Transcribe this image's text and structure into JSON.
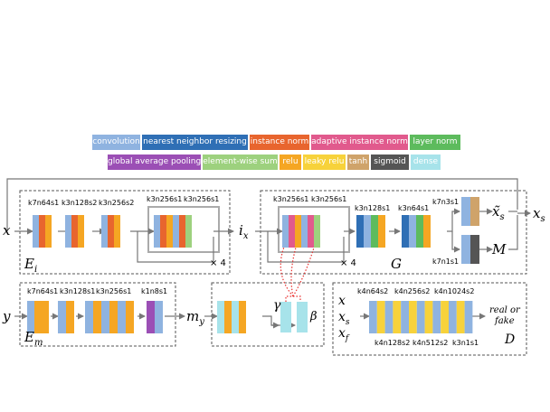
{
  "legend": {
    "items": [
      {
        "key": "convolution",
        "label": "convolution",
        "color": "#8fb3e0"
      },
      {
        "key": "nn_resize",
        "label": "nearest neighbor resizing",
        "color": "#2f6fb5"
      },
      {
        "key": "instance_norm",
        "label": "instance norm",
        "color": "#e8652e"
      },
      {
        "key": "adaptive_instance_norm",
        "label": "adaptive instance norm",
        "color": "#e15a8d"
      },
      {
        "key": "layer_norm",
        "label": "layer norm",
        "color": "#5dbb5d"
      },
      {
        "key": "gap",
        "label": "global average pooling",
        "color": "#9b4fb5"
      },
      {
        "key": "elementwise_sum",
        "label": "element-wise sum",
        "color": "#9dd17e"
      },
      {
        "key": "relu",
        "label": "relu",
        "color": "#f5a623"
      },
      {
        "key": "leaky_relu",
        "label": "leaky relu",
        "color": "#f7d23b"
      },
      {
        "key": "tanh",
        "label": "tanh",
        "color": "#cfa36a"
      },
      {
        "key": "sigmoid",
        "label": "sigmoid",
        "color": "#555555"
      },
      {
        "key": "dense",
        "label": "dense",
        "color": "#a7e3ea"
      }
    ]
  },
  "ei": {
    "input": "x",
    "labels": [
      "k7n64s1",
      "k3n128s2",
      "k3n256s2",
      "k3n256s1",
      "k3n256s1"
    ],
    "repeat": "× 4",
    "name_main": "E",
    "name_sub": "i",
    "output_main": "i",
    "output_sub": "x"
  },
  "em": {
    "input": "y",
    "labels": [
      "k7n64s1",
      "k3n128s1",
      "k3n256s1",
      "k1n8s1"
    ],
    "name_main": "E",
    "name_sub": "m",
    "output_main": "m",
    "output_sub": "y"
  },
  "g": {
    "labels": [
      "k3n256s1",
      "k3n256s1",
      "k3n128s1",
      "k3n64s1",
      "k7n3s1",
      "k7n1s1"
    ],
    "repeat": "× 4",
    "name": "G",
    "out_xs_main": "x̃",
    "out_xs_sub": "s",
    "out_m": "M",
    "final_main": "x",
    "final_sub": "s"
  },
  "mlp": {
    "gamma": "γ",
    "beta": "β"
  },
  "d": {
    "inputs": [
      "x",
      "x",
      "x"
    ],
    "input_subs": [
      "",
      "s",
      "f"
    ],
    "labels_top": [
      "k4n64s2",
      "k4n256s2",
      "k4n1024s2"
    ],
    "labels_bottom": [
      "k4n128s2",
      "k4n512s2",
      "k3n1s1"
    ],
    "output_1": "real or",
    "output_2": "fake",
    "name": "D"
  },
  "colors": {
    "conv": "#8fb3e0",
    "resize": "#2f6fb5",
    "inorm": "#e8652e",
    "adain": "#e15a8d",
    "lnorm": "#5dbb5d",
    "gap": "#9b4fb5",
    "sum": "#9dd17e",
    "relu": "#f5a623",
    "lrelu": "#f7d23b",
    "tanh": "#cfa36a",
    "sigmoid": "#555555",
    "dense": "#a7e3ea",
    "box": "#555555",
    "arrow": "#777777",
    "dotted": "#e8302e"
  }
}
